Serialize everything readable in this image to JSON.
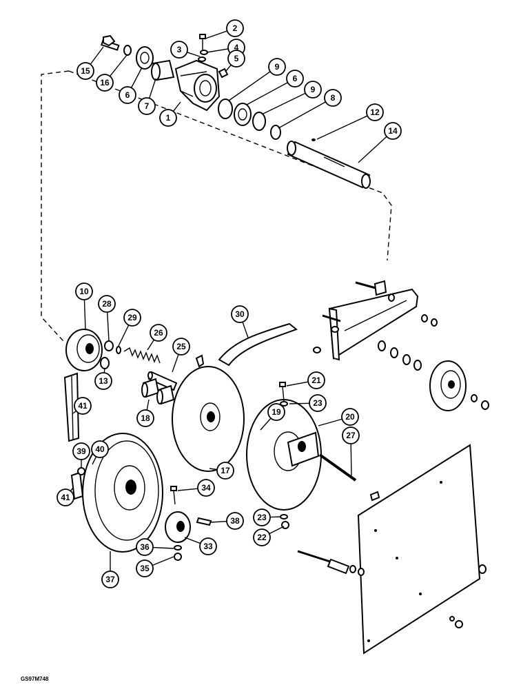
{
  "figure_code": "GS97M748",
  "callouts": [
    "1",
    "2",
    "3",
    "4",
    "5",
    "6",
    "6",
    "7",
    "8",
    "9",
    "9",
    "10",
    "12",
    "13",
    "14",
    "15",
    "16",
    "17",
    "18",
    "19",
    "20",
    "21",
    "22",
    "23",
    "23",
    "25",
    "26",
    "27",
    "28",
    "29",
    "30",
    "33",
    "34",
    "35",
    "36",
    "37",
    "38",
    "39",
    "40",
    "41",
    "41"
  ],
  "colors": {
    "ink": "#000000",
    "paper": "#ffffff"
  }
}
